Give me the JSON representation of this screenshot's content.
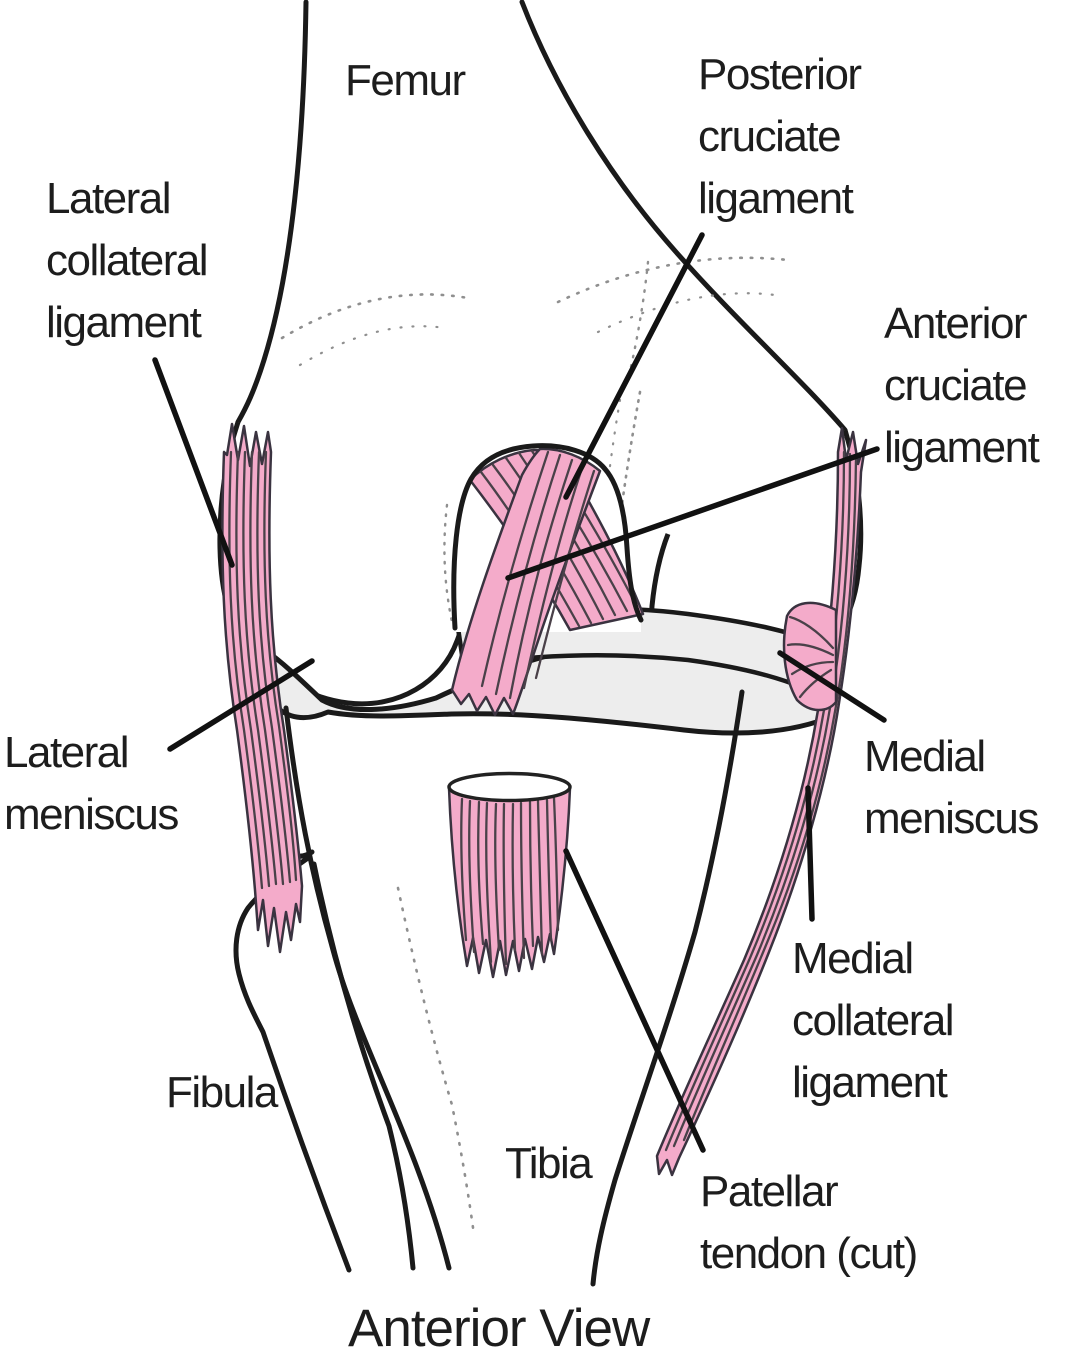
{
  "figure": {
    "caption": "Anterior View"
  },
  "colors": {
    "ligament_pink": "#F4ABCA",
    "stripe_dark": "#4A4149",
    "bone_gray": "#EDEDED",
    "outline_black": "#1A1A1A",
    "leader_black": "#111111"
  },
  "labels": {
    "femur": {
      "lines": [
        "Femur"
      ]
    },
    "posterior_cruciate": {
      "lines": [
        "Posterior",
        "cruciate",
        "ligament"
      ]
    },
    "lateral_collateral": {
      "lines": [
        "Lateral",
        "collateral",
        "ligament"
      ]
    },
    "anterior_cruciate": {
      "lines": [
        "Anterior",
        "cruciate",
        "ligament"
      ]
    },
    "lateral_meniscus": {
      "lines": [
        "Lateral",
        "meniscus"
      ]
    },
    "medial_meniscus": {
      "lines": [
        "Medial",
        "meniscus"
      ]
    },
    "medial_collateral": {
      "lines": [
        "Medial",
        "collateral",
        "ligament"
      ]
    },
    "fibula": {
      "lines": [
        "Fibula"
      ]
    },
    "tibia": {
      "lines": [
        "Tibia"
      ]
    },
    "patellar_tendon": {
      "lines": [
        "Patellar",
        "tendon (cut)"
      ]
    },
    "caption": {
      "lines": [
        "Anterior View"
      ]
    }
  }
}
